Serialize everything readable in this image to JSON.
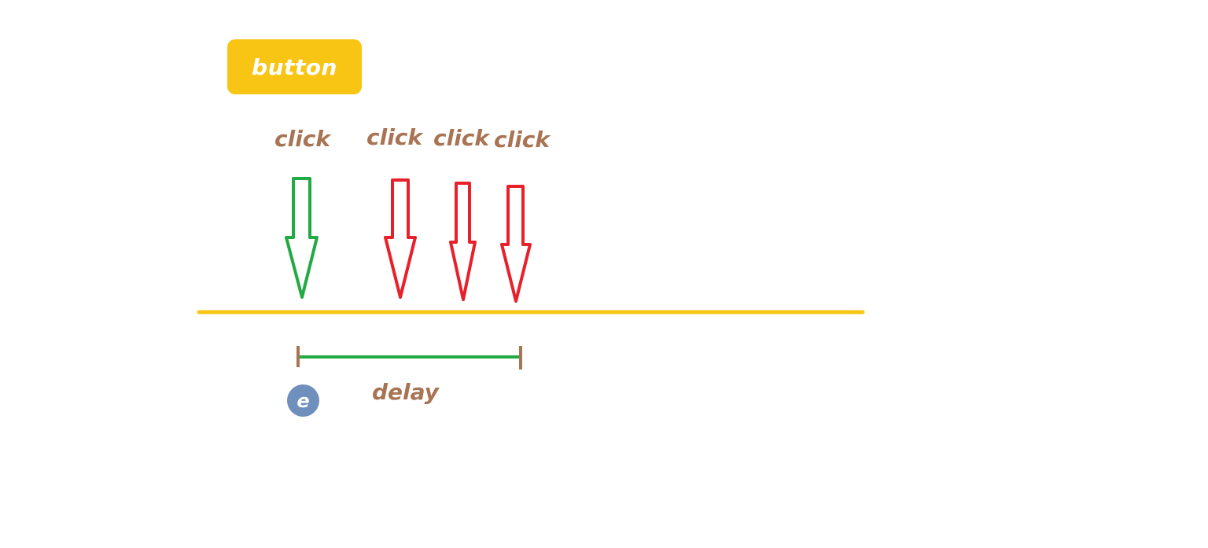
{
  "button": {
    "label": "button",
    "color": "#f8c514"
  },
  "clicks": [
    {
      "label": "click",
      "arrow_color": "#22aa44"
    },
    {
      "label": "click",
      "arrow_color": "#e8202a"
    },
    {
      "label": "click",
      "arrow_color": "#e8202a"
    },
    {
      "label": "click",
      "arrow_color": "#e8202a"
    }
  ],
  "timeline": {
    "color": "#f8c514"
  },
  "interval": {
    "label": "delay",
    "color": "#22aa44",
    "tick_color": "#a87453"
  },
  "event": {
    "label": "e",
    "color": "#6f8fbd"
  }
}
